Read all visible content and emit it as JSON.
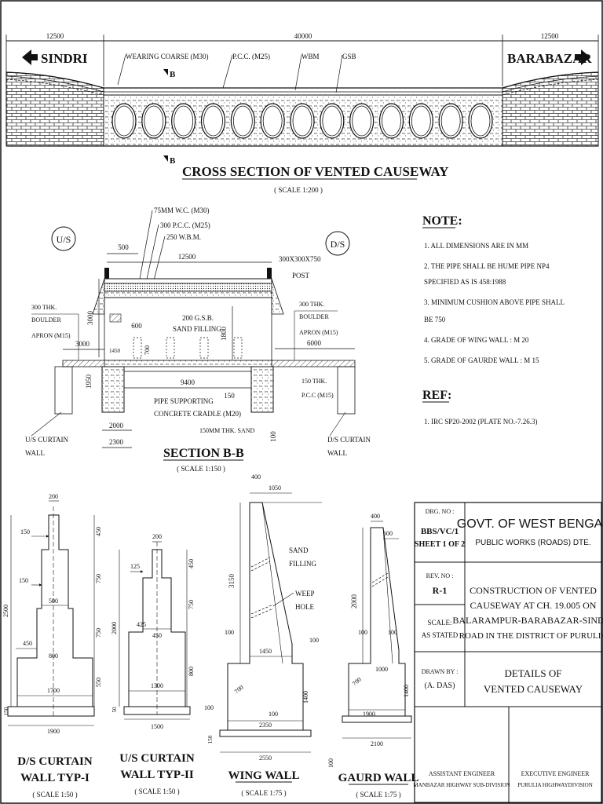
{
  "top": {
    "dim_left": "12500",
    "dim_center": "40000",
    "dim_right": "12500",
    "left_town": "SINDRI",
    "right_town": "BARABAZAR",
    "callouts": [
      "WEARING COARSE (M30)",
      "P.C.C. (M25)",
      "WBM",
      "GSB"
    ],
    "section_mark": "B",
    "title": "CROSS SECTION OF VENTED CAUSEWAY",
    "scale": "( SCALE 1:200 )",
    "pipe_count": 13
  },
  "section": {
    "us": "U/S",
    "ds": "D/S",
    "dim_500": "500",
    "dim_12500": "12500",
    "layer_wc": "75MM W.C. (M30)",
    "layer_pcc": "300 P.C.C. (M25)",
    "layer_wbm": "250 W.B.M.",
    "post": "300X300X750",
    "post2": "POST",
    "left_apron_1": "300 THK.",
    "left_apron_2": "BOULDER",
    "left_apron_3": "APRON (M15)",
    "right_apron_1": "300 THK.",
    "right_apron_2": "BOULDER",
    "right_apron_3": "APRON (M15)",
    "gsb": "200 G.S.B.",
    "sand": "SAND FILLING",
    "dim_3000v": "3000",
    "dim_600": "600",
    "dim_1800": "1800",
    "dim_3000h": "3000",
    "dim_1450": "1450",
    "dim_700": "700",
    "dim_6000": "6000",
    "dim_1950": "1950",
    "dim_9400": "9400",
    "dim_150": "150",
    "pcc_1": "150 THK.",
    "pcc_2": "P.C.C (M15)",
    "cradle_1": "PIPE SUPPORTING",
    "cradle_2": "CONCRETE CRADLE (M20)",
    "sand_bed": "150MM THK. SAND",
    "dim_2000": "2000",
    "dim_2300": "2300",
    "dim_100": "100",
    "us_curtain_1": "U/S CURTAIN",
    "us_curtain_2": "WALL",
    "ds_curtain_1": "D/S CURTAIN",
    "ds_curtain_2": "WALL",
    "title": "SECTION B-B",
    "scale": "( SCALE 1:150 )"
  },
  "notes": {
    "title": "NOTE:",
    "items": [
      "1.  ALL DIMENSIONS ARE IN MM",
      "2.  THE PIPE SHALL BE HUME PIPE NP4",
      "     SPECIFIED AS IS 458:1988",
      "3.  MINIMUM CUSHION ABOVE PIPE SHALL",
      "     BE 750",
      "4.  GRADE OF WING WALL : M 20",
      "5.  GRADE OF GAURDE WALL : M 15"
    ],
    "ref_title": "REF:",
    "ref_items": [
      "1.  IRC SP20-2002 (PLATE NO.-7.26.3)"
    ]
  },
  "walls": {
    "dw1": {
      "top": "200",
      "d150a": "150",
      "d150b": "150",
      "d500": "500",
      "d450": "450",
      "d800": "800",
      "d1700": "1700",
      "d1900": "1900",
      "h2500": "2500",
      "h150": "150",
      "r450": "450",
      "r750a": "750",
      "r750b": "750",
      "r550": "550",
      "title1": "D/S CURTAIN",
      "title2": "WALL TYP-I",
      "scale": "( SCALE 1:50 )"
    },
    "uw2": {
      "top": "200",
      "d125": "125",
      "d425": "425",
      "d450": "450",
      "d1300": "1300",
      "d1500": "1500",
      "h2000": "2000",
      "h50": "50",
      "r450": "450",
      "r750": "750",
      "r800": "800",
      "title1": "U/S CURTAIN",
      "title2": "WALL TYP-II",
      "scale": "( SCALE 1:50 )"
    },
    "ww": {
      "d400": "400",
      "d1050": "1050",
      "sand1": "SAND",
      "sand2": "FILLING",
      "weep1": "WEEP",
      "weep2": "HOLE",
      "h3150": "3150",
      "d100a": "100",
      "d1450": "1450",
      "d100b": "100",
      "d700": "700",
      "d1400": "1400",
      "d100c": "100",
      "d100d": "100",
      "d2350": "2350",
      "d2550": "2550",
      "d150": "150",
      "title": "WING WALL",
      "scale": "( SCALE 1:75 )"
    },
    "gw": {
      "d400": "400",
      "d600": "600",
      "h2000": "2000",
      "d100a": "100",
      "d100b": "100",
      "d1000": "1000",
      "d700": "700",
      "d1900": "1900",
      "d1400": "1400",
      "d2100": "2100",
      "d100c": "100",
      "title": "GAURD WALL",
      "scale": "( SCALE 1:75 )"
    }
  },
  "title_block": {
    "drg_label": "DRG. NO :",
    "drg_1": "BBS/VC/1",
    "drg_2": "SHEET 1 OF 2",
    "govt": "GOVT. OF WEST BENGAL",
    "dept": "PUBLIC WORKS (ROADS) DTE.",
    "rev_label": "REV. NO :",
    "rev": "R-1",
    "project_1": "CONSTRUCTION OF VENTED",
    "project_2": "CAUSEWAY AT CH. 19.005 ON",
    "project_3": "BALARAMPUR-BARABAZAR-SINDRI",
    "project_4": "ROAD IN THE DISTRICT OF PURULIA",
    "scale_label": "SCALE:",
    "scale_val": "AS STATED",
    "drawn_label": "DRAWN BY :",
    "drawn_val": "(A. DAS)",
    "details_1": "DETAILS OF",
    "details_2": "VENTED CAUSEWAY",
    "ae_1": "ASSISTANT ENGINEER",
    "ae_2": "MANBAZAR HIGHWAY SUB-DIVISION",
    "ee_1": "EXECUTIVE ENGINEER",
    "ee_2": "PURULIA HIGHWAYDIVISION"
  }
}
